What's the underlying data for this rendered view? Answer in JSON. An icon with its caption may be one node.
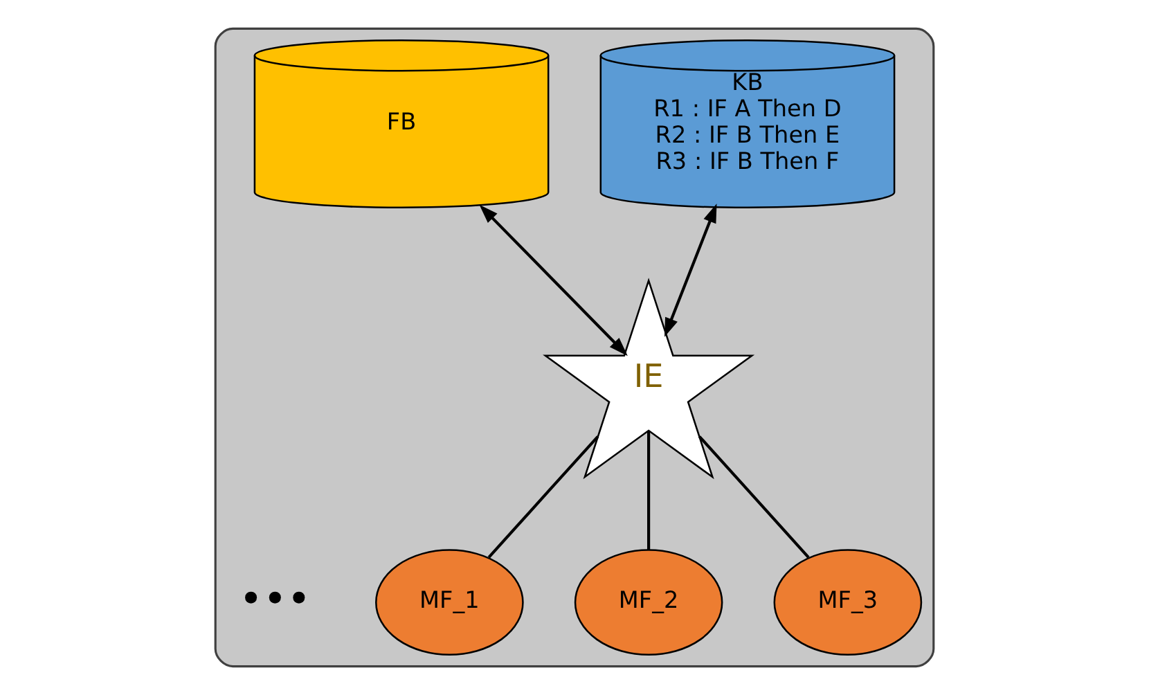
{
  "diagram": {
    "nodes": [
      {
        "text": [],
        "shape": "box"
      },
      {
        "text": [
          "KB",
          "R1 : IF A Then D",
          "R2 : IF B Then E",
          "R3 : IF B Then F"
        ],
        "in": 0
      },
      {
        "text": [
          "FB"
        ],
        "in": 0
      },
      {
        "text": [
          "IE"
        ],
        "in": 0
      },
      {
        "text": [
          "MF_1"
        ],
        "in": 0
      },
      {
        "text": [
          "MF_2"
        ],
        "in": 0
      },
      {
        "text": [
          "MF_3"
        ],
        "in": 0
      }
    ],
    "edges": [
      {
        "from": 1,
        "to": 3,
        "arrow": "both"
      },
      {
        "from": 2,
        "to": 3,
        "arrow": "both"
      },
      {
        "from": 3,
        "to": 4,
        "arrow": "none"
      },
      {
        "from": 3,
        "to": 5,
        "arrow": "none"
      },
      {
        "from": 3,
        "to": 6,
        "arrow": "none"
      }
    ],
    "labels": [
      "•••"
    ]
  }
}
